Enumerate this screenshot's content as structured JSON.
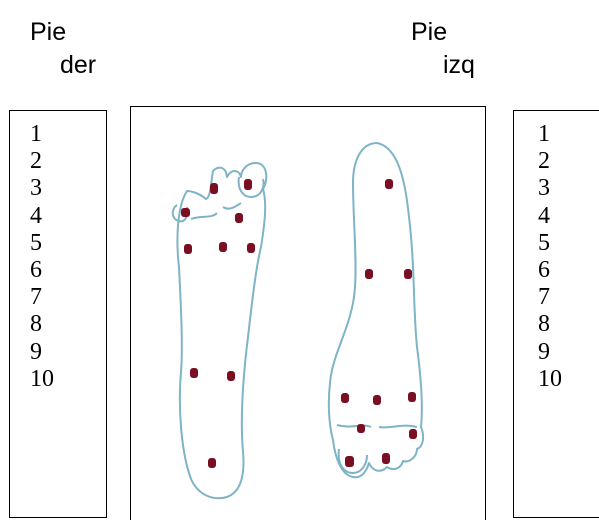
{
  "headers": {
    "right_foot": {
      "line1": "Pie",
      "line2": "der"
    },
    "left_foot": {
      "line1": "Pie",
      "line2": "izq"
    }
  },
  "right_list": [
    "1",
    "2",
    "3",
    "4",
    "5",
    "6",
    "7",
    "8",
    "9",
    "10"
  ],
  "left_list": [
    "1",
    "2",
    "3",
    "4",
    "5",
    "6",
    "7",
    "8",
    "9",
    "10"
  ],
  "colors": {
    "outline": "#7fb3c6",
    "point": "#7a0f24",
    "border": "#000000"
  }
}
